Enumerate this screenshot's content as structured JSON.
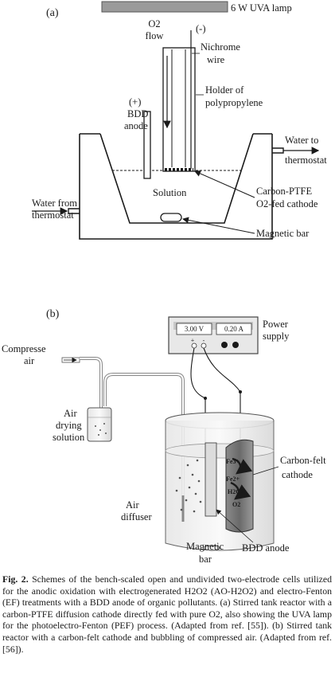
{
  "panel_a": {
    "panel_label": "(a)",
    "lamp_label": "6 W UVA lamp",
    "o2_flow": [
      "O2",
      "flow"
    ],
    "nichrome_wire": [
      "(-)",
      "Nichrome",
      "wire"
    ],
    "holder": [
      "Holder of",
      "polypropylene"
    ],
    "bdd_anode": [
      "(+)",
      "BDD",
      "anode"
    ],
    "water_to": [
      "Water to",
      "thermostat"
    ],
    "solution": "Solution",
    "water_from": [
      "Water from",
      "thermostat"
    ],
    "cathode": [
      "Carbon-PTFE",
      "O2-fed cathode"
    ],
    "magnetic_bar": "Magnetic bar"
  },
  "panel_b": {
    "panel_label": "(b)",
    "voltage_display": "3.00 V",
    "current_display": "0.20 A",
    "power_supply": [
      "Power",
      "supply"
    ],
    "compressed_air": [
      "Compresse",
      "air"
    ],
    "air_drying": [
      "Air",
      "drying",
      "solution"
    ],
    "carbon_felt": [
      "Carbon-felt",
      "cathode"
    ],
    "air_diffuser": [
      "Air",
      "diffuser"
    ],
    "magnetic_bar": [
      "Magnetic",
      "bar"
    ],
    "bdd_anode": "BDD anode",
    "species": [
      "Fe3+",
      "Fe2+",
      "H2O2",
      "O2"
    ]
  },
  "caption": {
    "label": "Fig. 2.",
    "text": "Schemes of the bench-scaled open and undivided two-electrode cells utilized for the anodic oxidation with electrogenerated H2O2 (AO-H2O2) and electro-Fenton (EF) treatments with a BDD anode of organic pollutants. (a) Stirred tank reactor with a carbon-PTFE diffusion cathode directly fed with pure O2, also showing the UVA lamp for the photoelectro-Fenton (PEF) process. (Adapted from ref. [55]). (b) Stirred tank reactor with a carbon-felt cathode and bubbling of compressed air. (Adapted from ref. [56])."
  }
}
